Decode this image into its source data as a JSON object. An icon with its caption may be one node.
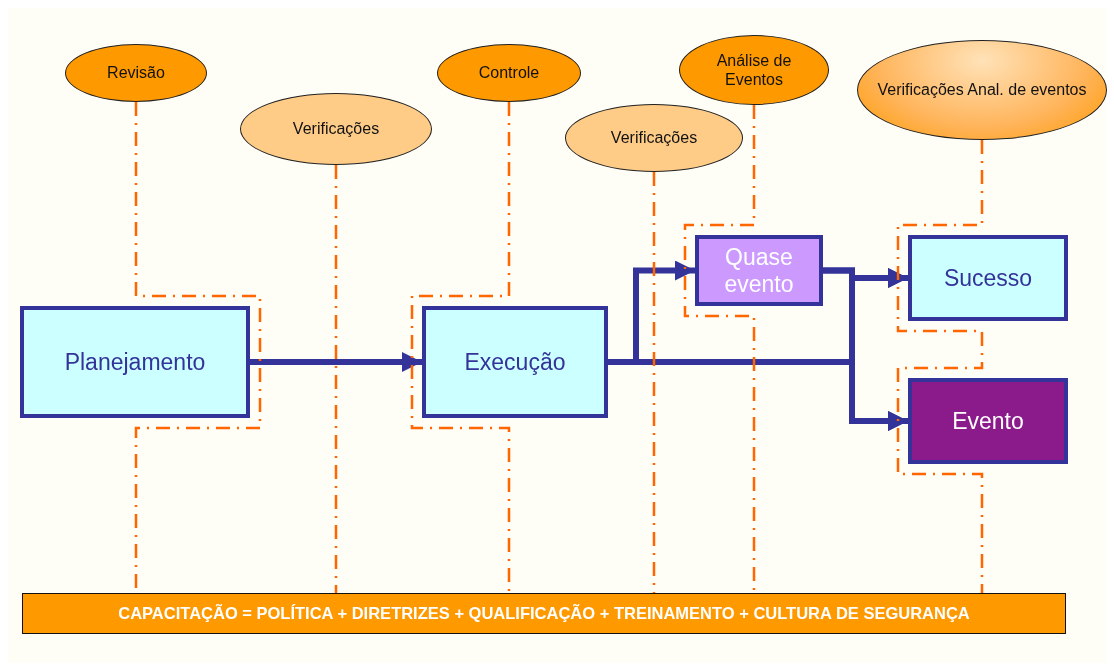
{
  "diagram": {
    "nodes": [
      {
        "text": [
          "Revisão"
        ]
      },
      {
        "text": [
          "Verificações"
        ]
      },
      {
        "text": [
          "Controle"
        ]
      },
      {
        "text": [
          "Verificações"
        ]
      },
      {
        "text": [
          "Análise de Eventos"
        ]
      },
      {
        "text": [
          "Verificações Anal. de eventos"
        ]
      },
      {
        "text": [
          "Planejamento"
        ]
      },
      {
        "text": [
          "Execução"
        ]
      },
      {
        "text": [
          "Quase evento"
        ]
      },
      {
        "text": [
          "Sucesso"
        ]
      },
      {
        "text": [
          "Evento"
        ]
      },
      {
        "text": [
          "CAPACITAÇÃO = POLÍTICA + DIRETRIZES + QUALIFICAÇÃO + TREINAMENTO + CULTURA DE SEGURANÇA"
        ]
      }
    ],
    "edges": [
      {
        "from": 6,
        "to": 7,
        "arrow": "to",
        "style": "thick"
      },
      {
        "from": 7,
        "to": 8,
        "arrow": "to",
        "style": "thick"
      },
      {
        "from": 7,
        "to": 9,
        "arrow": "to",
        "style": "thick"
      },
      {
        "from": 7,
        "to": 10,
        "arrow": "to",
        "style": "thick"
      },
      {
        "from": 8,
        "to": 9,
        "arrow": "to",
        "style": "thick"
      },
      {
        "from": 8,
        "to": 10,
        "arrow": "to",
        "style": "thick"
      },
      {
        "from": 0,
        "to": 11,
        "arrow": "none",
        "style": "dashed",
        "color": "#ff6600"
      },
      {
        "from": 1,
        "to": 11,
        "arrow": "none",
        "style": "dashed",
        "color": "#ff6600"
      },
      {
        "from": 2,
        "to": 11,
        "arrow": "none",
        "style": "dashed",
        "color": "#ff6600"
      },
      {
        "from": 3,
        "to": 11,
        "arrow": "none",
        "style": "dashed",
        "color": "#ff6600"
      },
      {
        "from": 4,
        "to": 11,
        "arrow": "none",
        "style": "dashed",
        "color": "#ff6600"
      },
      {
        "from": 5,
        "to": 11,
        "arrow": "none",
        "style": "dashed",
        "color": "#ff6600"
      }
    ]
  }
}
